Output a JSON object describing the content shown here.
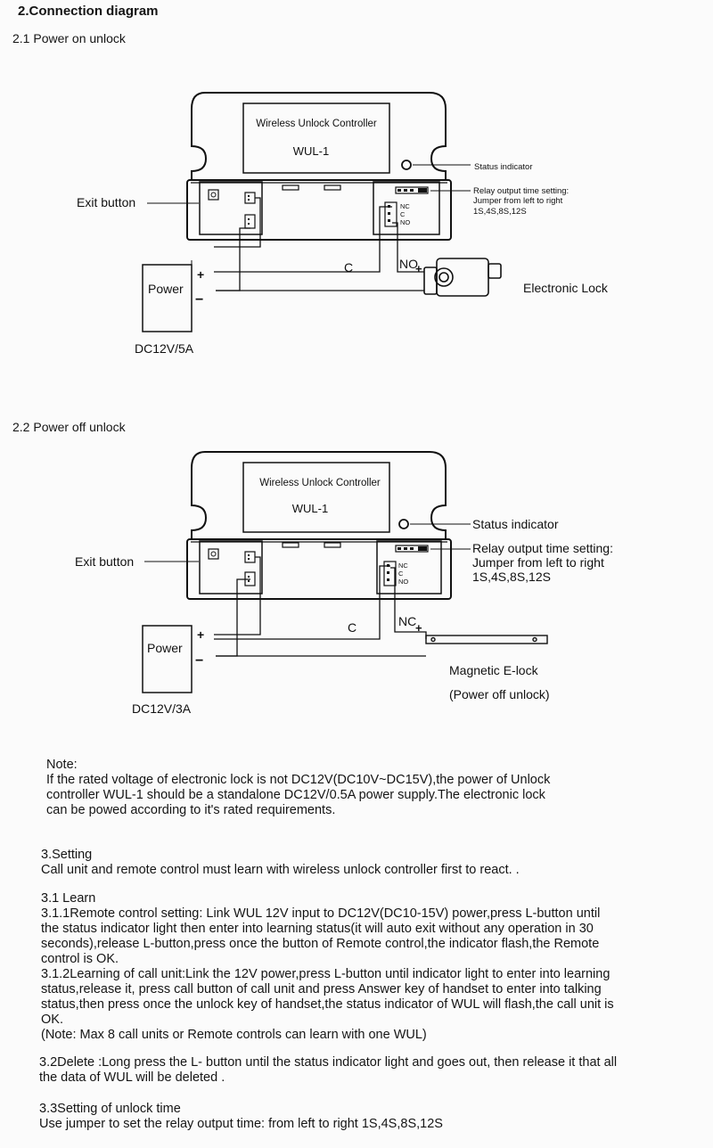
{
  "section_title": "2.Connection diagram",
  "diagrams": [
    {
      "subtitle": "2.1 Power on unlock",
      "controller_title": "Wireless Unlock Controller",
      "controller_model": "WUL-1",
      "status_indicator": "Status indicator",
      "relay_setting": [
        "Relay output  time setting:",
        "Jumper from left to right",
        "1S,4S,8S,12S"
      ],
      "exit_button": "Exit button",
      "terminals": [
        "NC",
        "C",
        "NO"
      ],
      "power_label": "Power",
      "plus": "+",
      "minus": "−",
      "wire_label": "C",
      "contact_label": "NO",
      "contact_sign": "+",
      "lock_label": "Electronic Lock",
      "lock_sublabel": "",
      "supply_label": "DC12V/5A"
    },
    {
      "subtitle": "2.2 Power off unlock",
      "controller_title": "Wireless Unlock Controller",
      "controller_model": "WUL-1",
      "status_indicator": "Status indicator",
      "relay_setting": [
        "Relay output  time setting:",
        "Jumper from left to right",
        "1S,4S,8S,12S"
      ],
      "exit_button": "Exit button",
      "terminals": [
        "NC",
        "C",
        "NO"
      ],
      "power_label": "Power",
      "plus": "+",
      "minus": "−",
      "wire_label": "C",
      "contact_label": "NC",
      "contact_sign": "+",
      "lock_label": "Magnetic E-lock",
      "lock_sublabel": "(Power off unlock)",
      "supply_label": "DC12V/3A"
    }
  ],
  "note": {
    "heading": "Note:",
    "lines": [
      "If the rated voltage of electronic lock is not DC12V(DC10V~DC15V),the power of Unlock",
      "controller WUL-1 should be a standalone DC12V/0.5A power supply.The electronic lock",
      "can be powed according to it's rated requirements."
    ]
  },
  "setting": {
    "heading": "3.Setting",
    "text": "Call unit and remote control must  learn with wireless unlock controller first to react. ."
  },
  "learn": {
    "heading": "3.1 Learn",
    "lines": [
      "3.1.1Remote control setting: Link WUL 12V input to DC12V(DC10-15V) power,press L-button until",
      "the status indicator light then enter into learning status(it will auto exit without any operation in 30",
      "seconds),release L-button,press once the  button of Remote control,the  indicator flash,the Remote",
      "control is OK.",
      "3.1.2Learning of call unit:Link the 12V power,press L-button until indicator light to enter into learning",
      "status,release it, press call button of call unit and press Answer key of handset to enter into talking",
      "status,then press once the unlock key of handset,the status indicator of WUL will flash,the call unit is",
      "OK.",
      "(Note: Max 8 call units or Remote controls can learn with one WUL)"
    ]
  },
  "delete": {
    "lines": [
      "3.2Delete :Long press the L- button until the status indicator light and goes out, then release it that all",
      "the data of WUL will be deleted ."
    ]
  },
  "unlock_time": {
    "heading": "3.3Setting of unlock time",
    "text": "Use jumper to set the relay output time: from left to right 1S,4S,8S,12S"
  }
}
